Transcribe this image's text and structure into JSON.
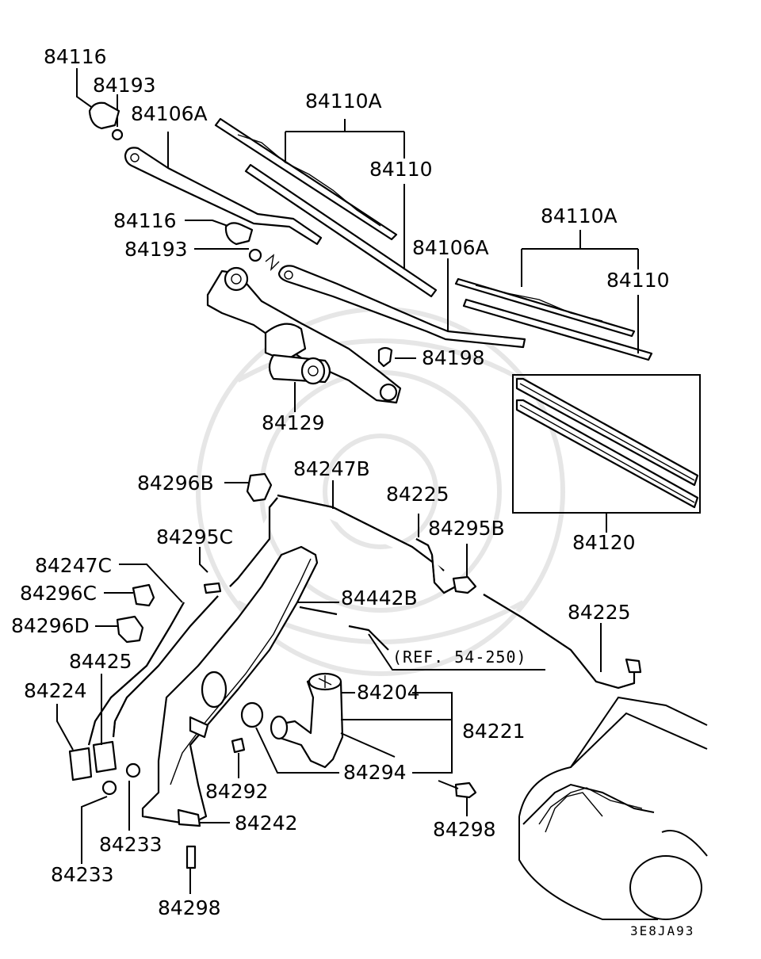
{
  "labels": {
    "l84116_top": "84116",
    "l84193_top": "84193",
    "l84106A_left": "84106A",
    "l84110A_top": "84110A",
    "l84110_top": "84110",
    "l84116_mid": "84116",
    "l84193_mid": "84193",
    "l84106A_right": "84106A",
    "l84110A_right": "84110A",
    "l84110_right": "84110",
    "l84198": "84198",
    "l84129": "84129",
    "l84296B": "84296B",
    "l84247B": "84247B",
    "l84225_top": "84225",
    "l84295B": "84295B",
    "l84120": "84120",
    "l84295C": "84295C",
    "l84247C": "84247C",
    "l84296C": "84296C",
    "l84442B": "84442B",
    "l84296D": "84296D",
    "l84225_right": "84225",
    "l84425": "84425",
    "l84204": "84204",
    "l84224": "84224",
    "l84221": "84221",
    "l84294": "84294",
    "l84292": "84292",
    "l84242": "84242",
    "l84233_right": "84233",
    "l84233_left": "84233",
    "l84298_right": "84298",
    "l84298_bottom": "84298"
  },
  "reference_note": "(REF. 54-250)",
  "diagram_code": "3E8JA93"
}
